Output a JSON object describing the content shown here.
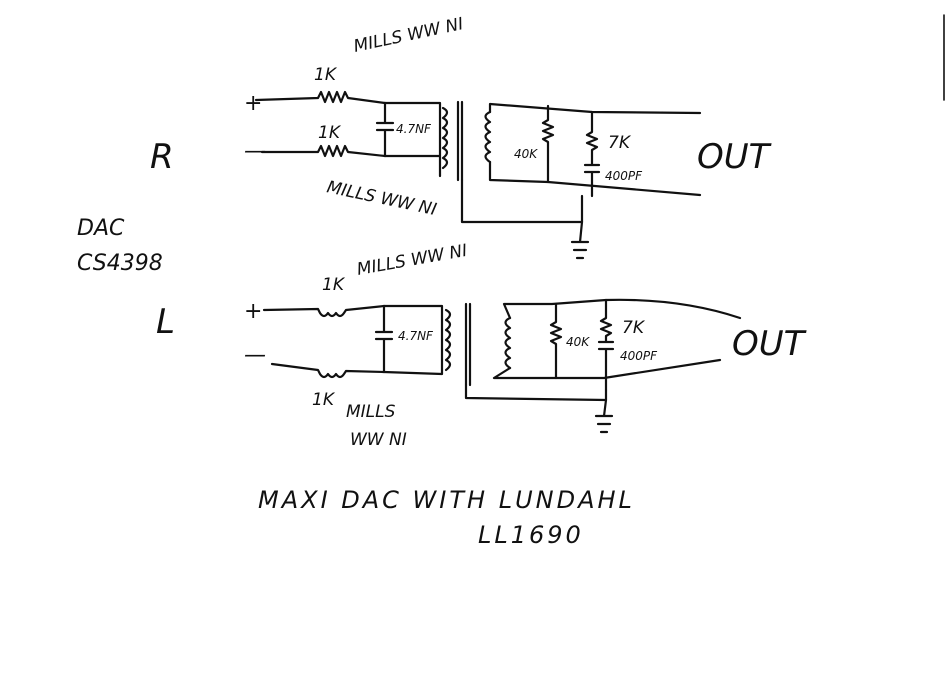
{
  "channel_r": "R",
  "channel_l": "L",
  "dac": {
    "label": "DAC",
    "chip": "CS4398"
  },
  "r": {
    "plus": "+",
    "minus": "—",
    "res_top": "1K",
    "res_top_note": "MILLS WW NI",
    "res_bot": "1K",
    "res_bot_note": "MILLS WW NI",
    "cap": "4.7NF",
    "res_load": "40K",
    "res_rc": "7K",
    "cap_rc": "400PF",
    "out": "OUT"
  },
  "l": {
    "plus": "+",
    "minus": "—",
    "res_top": "1K",
    "res_top_note": "MILLS WW NI",
    "res_bot": "1K",
    "res_bot_note_1": "MILLS",
    "res_bot_note_2": "WW NI",
    "cap": "4.7NF",
    "res_load": "40K",
    "res_rc": "7K",
    "cap_rc": "400PF",
    "out": "OUT"
  },
  "caption": {
    "line1": "MAXI DAC WITH LUNDAHL",
    "line2": "LL1690"
  }
}
